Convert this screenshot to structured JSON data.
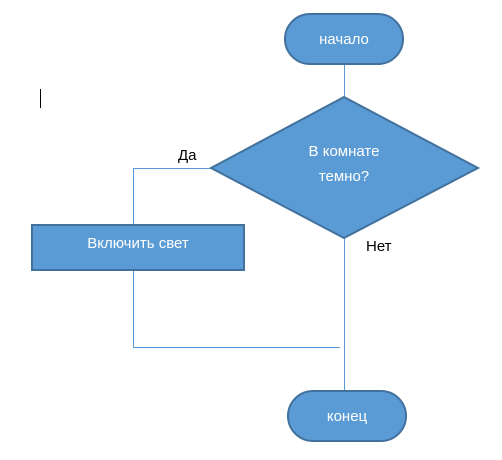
{
  "diagram": {
    "start": {
      "label": "начало"
    },
    "decision": {
      "line1": "В комнате",
      "line2": "темно?"
    },
    "process": {
      "label": "Включить свет"
    },
    "end": {
      "label": "конец"
    },
    "edges": {
      "yes_label": "Да",
      "no_label": "Нет"
    }
  },
  "colors": {
    "shape_fill": "#5b9bd5",
    "shape_border": "#41719c",
    "connector": "#5b9bd5",
    "text_on_shape": "#ffffff",
    "edge_label": "#000000"
  }
}
